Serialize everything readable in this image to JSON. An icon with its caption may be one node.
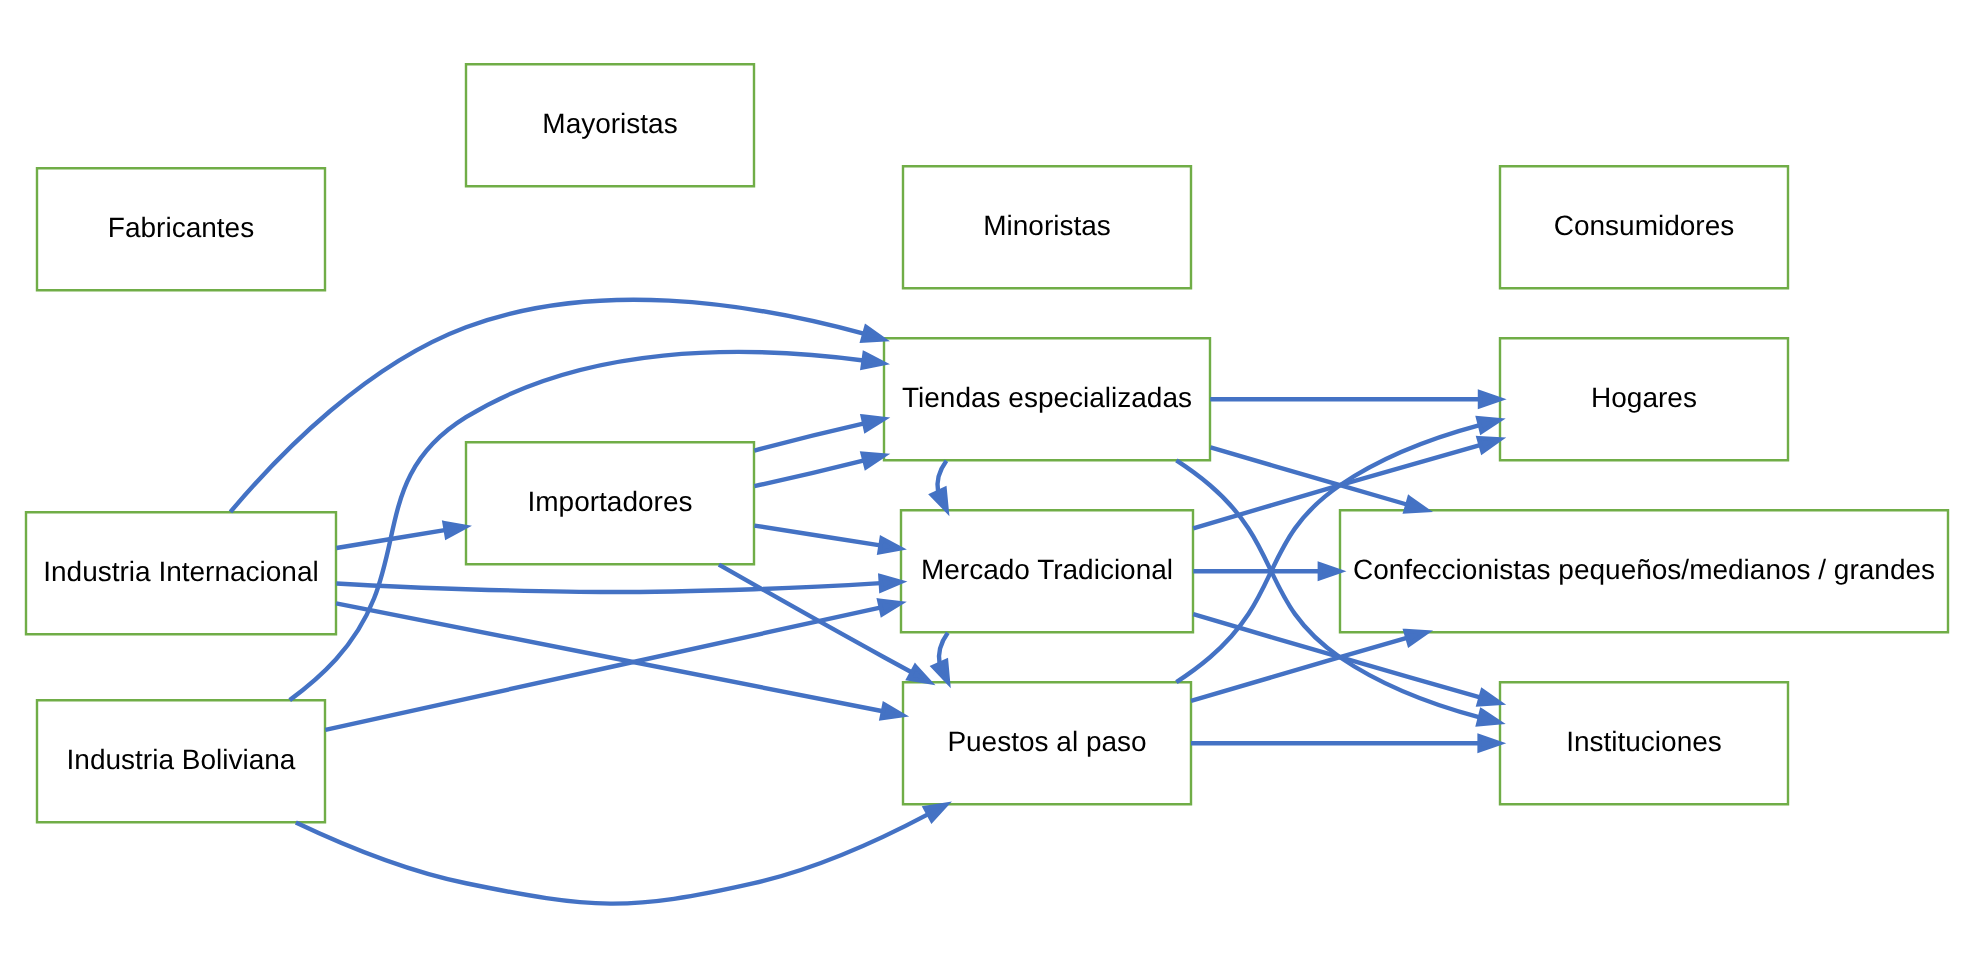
{
  "diagram": {
    "nodes": [
      {
        "text": [
          "Fabricantes"
        ]
      },
      {
        "text": [
          "Mayoristas"
        ]
      },
      {
        "text": [
          "Minoristas"
        ]
      },
      {
        "text": [
          "Consumidores"
        ]
      },
      {
        "text": [
          "Industria Internacional"
        ]
      },
      {
        "text": [
          "Importadores"
        ]
      },
      {
        "text": [
          "Tiendas especializadas"
        ]
      },
      {
        "text": [
          "Hogares"
        ]
      },
      {
        "text": [
          "Mercado Tradicional"
        ]
      },
      {
        "text": [
          "Industria Boliviana"
        ]
      },
      {
        "text": [
          "Confeccionistas pequeños/medianos / grandes"
        ]
      },
      {
        "text": [
          "Puestos al paso"
        ]
      },
      {
        "text": [
          "Instituciones"
        ]
      }
    ],
    "edges": [
      {
        "from": 4,
        "to": 5,
        "arrow": "to"
      },
      {
        "from": 5,
        "to": 6,
        "arrow": "to"
      },
      {
        "from": 6,
        "to": 8,
        "arrow": "to"
      },
      {
        "from": 8,
        "to": 11,
        "arrow": "to"
      },
      {
        "from": 4,
        "to": 6,
        "arrow": "to"
      },
      {
        "from": 4,
        "to": 8,
        "arrow": "to"
      },
      {
        "from": 4,
        "to": 11,
        "arrow": "to"
      },
      {
        "from": 5,
        "to": 6,
        "arrow": "to"
      },
      {
        "from": 5,
        "to": 8,
        "arrow": "to"
      },
      {
        "from": 5,
        "to": 11,
        "arrow": "to"
      },
      {
        "from": 9,
        "to": 6,
        "arrow": "to"
      },
      {
        "from": 9,
        "to": 8,
        "arrow": "to"
      },
      {
        "from": 9,
        "to": 11,
        "arrow": "to"
      },
      {
        "from": 6,
        "to": 7,
        "arrow": "to"
      },
      {
        "from": 6,
        "to": 10,
        "arrow": "to"
      },
      {
        "from": 6,
        "to": 12,
        "arrow": "to"
      },
      {
        "from": 8,
        "to": 7,
        "arrow": "to"
      },
      {
        "from": 8,
        "to": 10,
        "arrow": "to"
      },
      {
        "from": 8,
        "to": 12,
        "arrow": "to"
      },
      {
        "from": 11,
        "to": 7,
        "arrow": "to"
      },
      {
        "from": 11,
        "to": 10,
        "arrow": "to"
      },
      {
        "from": 11,
        "to": 12,
        "arrow": "to"
      }
    ]
  }
}
